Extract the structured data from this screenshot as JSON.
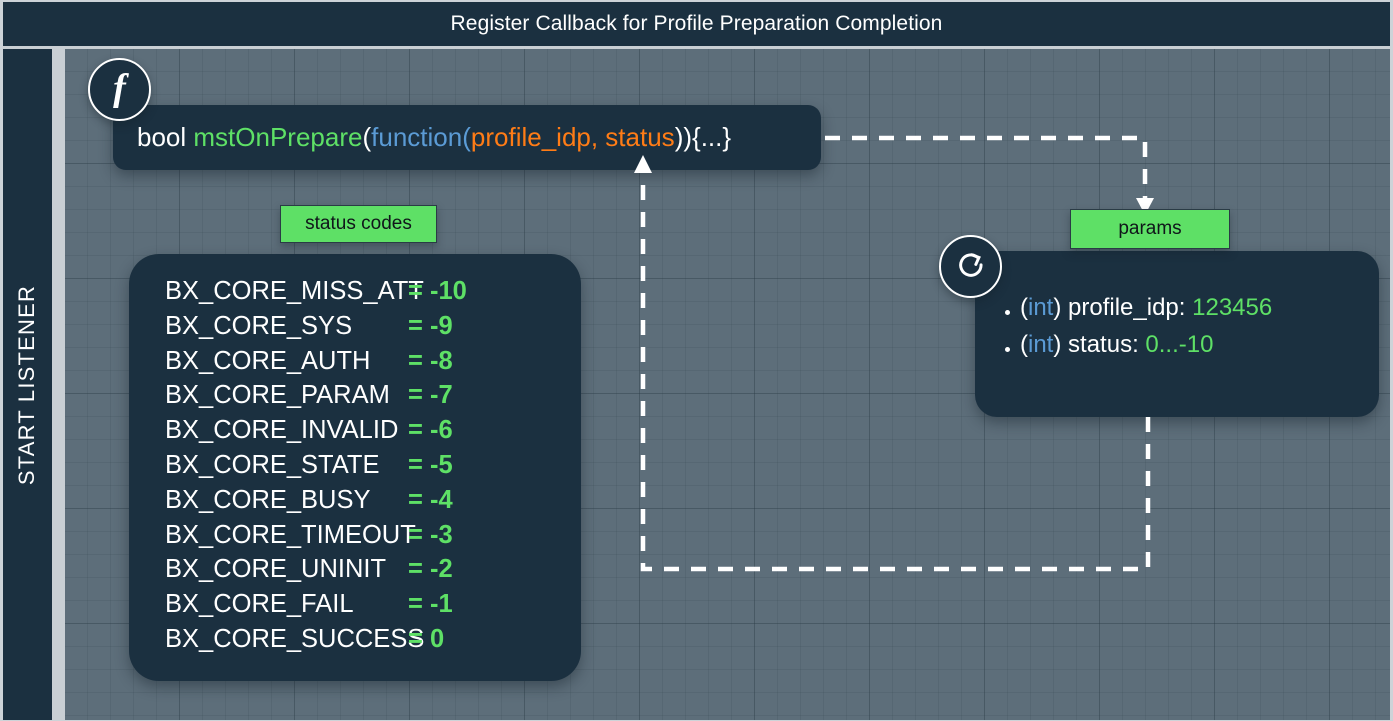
{
  "header": {
    "title": "Register Callback for Profile Preparation Completion"
  },
  "sidebar": {
    "label": "START LISTENER"
  },
  "signature": {
    "badge_icon": "function-f-icon",
    "return_type": "bool",
    "name": "mstOnPrepare",
    "paren_open": "(",
    "callback_keyword": "function",
    "paren_open2": "(",
    "args": "profile_idp, status",
    "paren_close": "))",
    "body": "{...}",
    "full_text": "bool mstOnPrepare(function(profile_idp, status)){...}"
  },
  "status_codes_chip": {
    "label": "status codes"
  },
  "status_codes": [
    {
      "name": "BX_CORE_MISS_ATT",
      "value": "= -10"
    },
    {
      "name": "BX_CORE_SYS",
      "value": "= -9"
    },
    {
      "name": "BX_CORE_AUTH",
      "value": "= -8"
    },
    {
      "name": "BX_CORE_PARAM",
      "value": "= -7"
    },
    {
      "name": "BX_CORE_INVALID",
      "value": "= -6"
    },
    {
      "name": "BX_CORE_STATE",
      "value": "= -5"
    },
    {
      "name": "BX_CORE_BUSY",
      "value": "= -4"
    },
    {
      "name": "BX_CORE_TIMEOUT",
      "value": "= -3"
    },
    {
      "name": "BX_CORE_UNINIT",
      "value": "= -2"
    },
    {
      "name": "BX_CORE_FAIL",
      "value": "= -1"
    },
    {
      "name": "BX_CORE_SUCCESS",
      "value": "= 0"
    }
  ],
  "params_chip": {
    "label": "params",
    "badge_icon": "refresh-icon"
  },
  "params": [
    {
      "paren_open": "(",
      "type": "int",
      "paren_close": ")",
      "name": "profile_idp:",
      "value": "123456"
    },
    {
      "paren_open": "(",
      "type": "int",
      "paren_close": ")",
      "name": "status:",
      "value": "0...-10"
    }
  ],
  "colors": {
    "panel": "#1b3040",
    "canvas": "#5d6e7a",
    "accent_green": "#5ee066",
    "accent_blue": "#5b9bd5",
    "accent_orange": "#ff7c16",
    "text_white": "#ffffff",
    "frame": "#c9cfd4"
  }
}
